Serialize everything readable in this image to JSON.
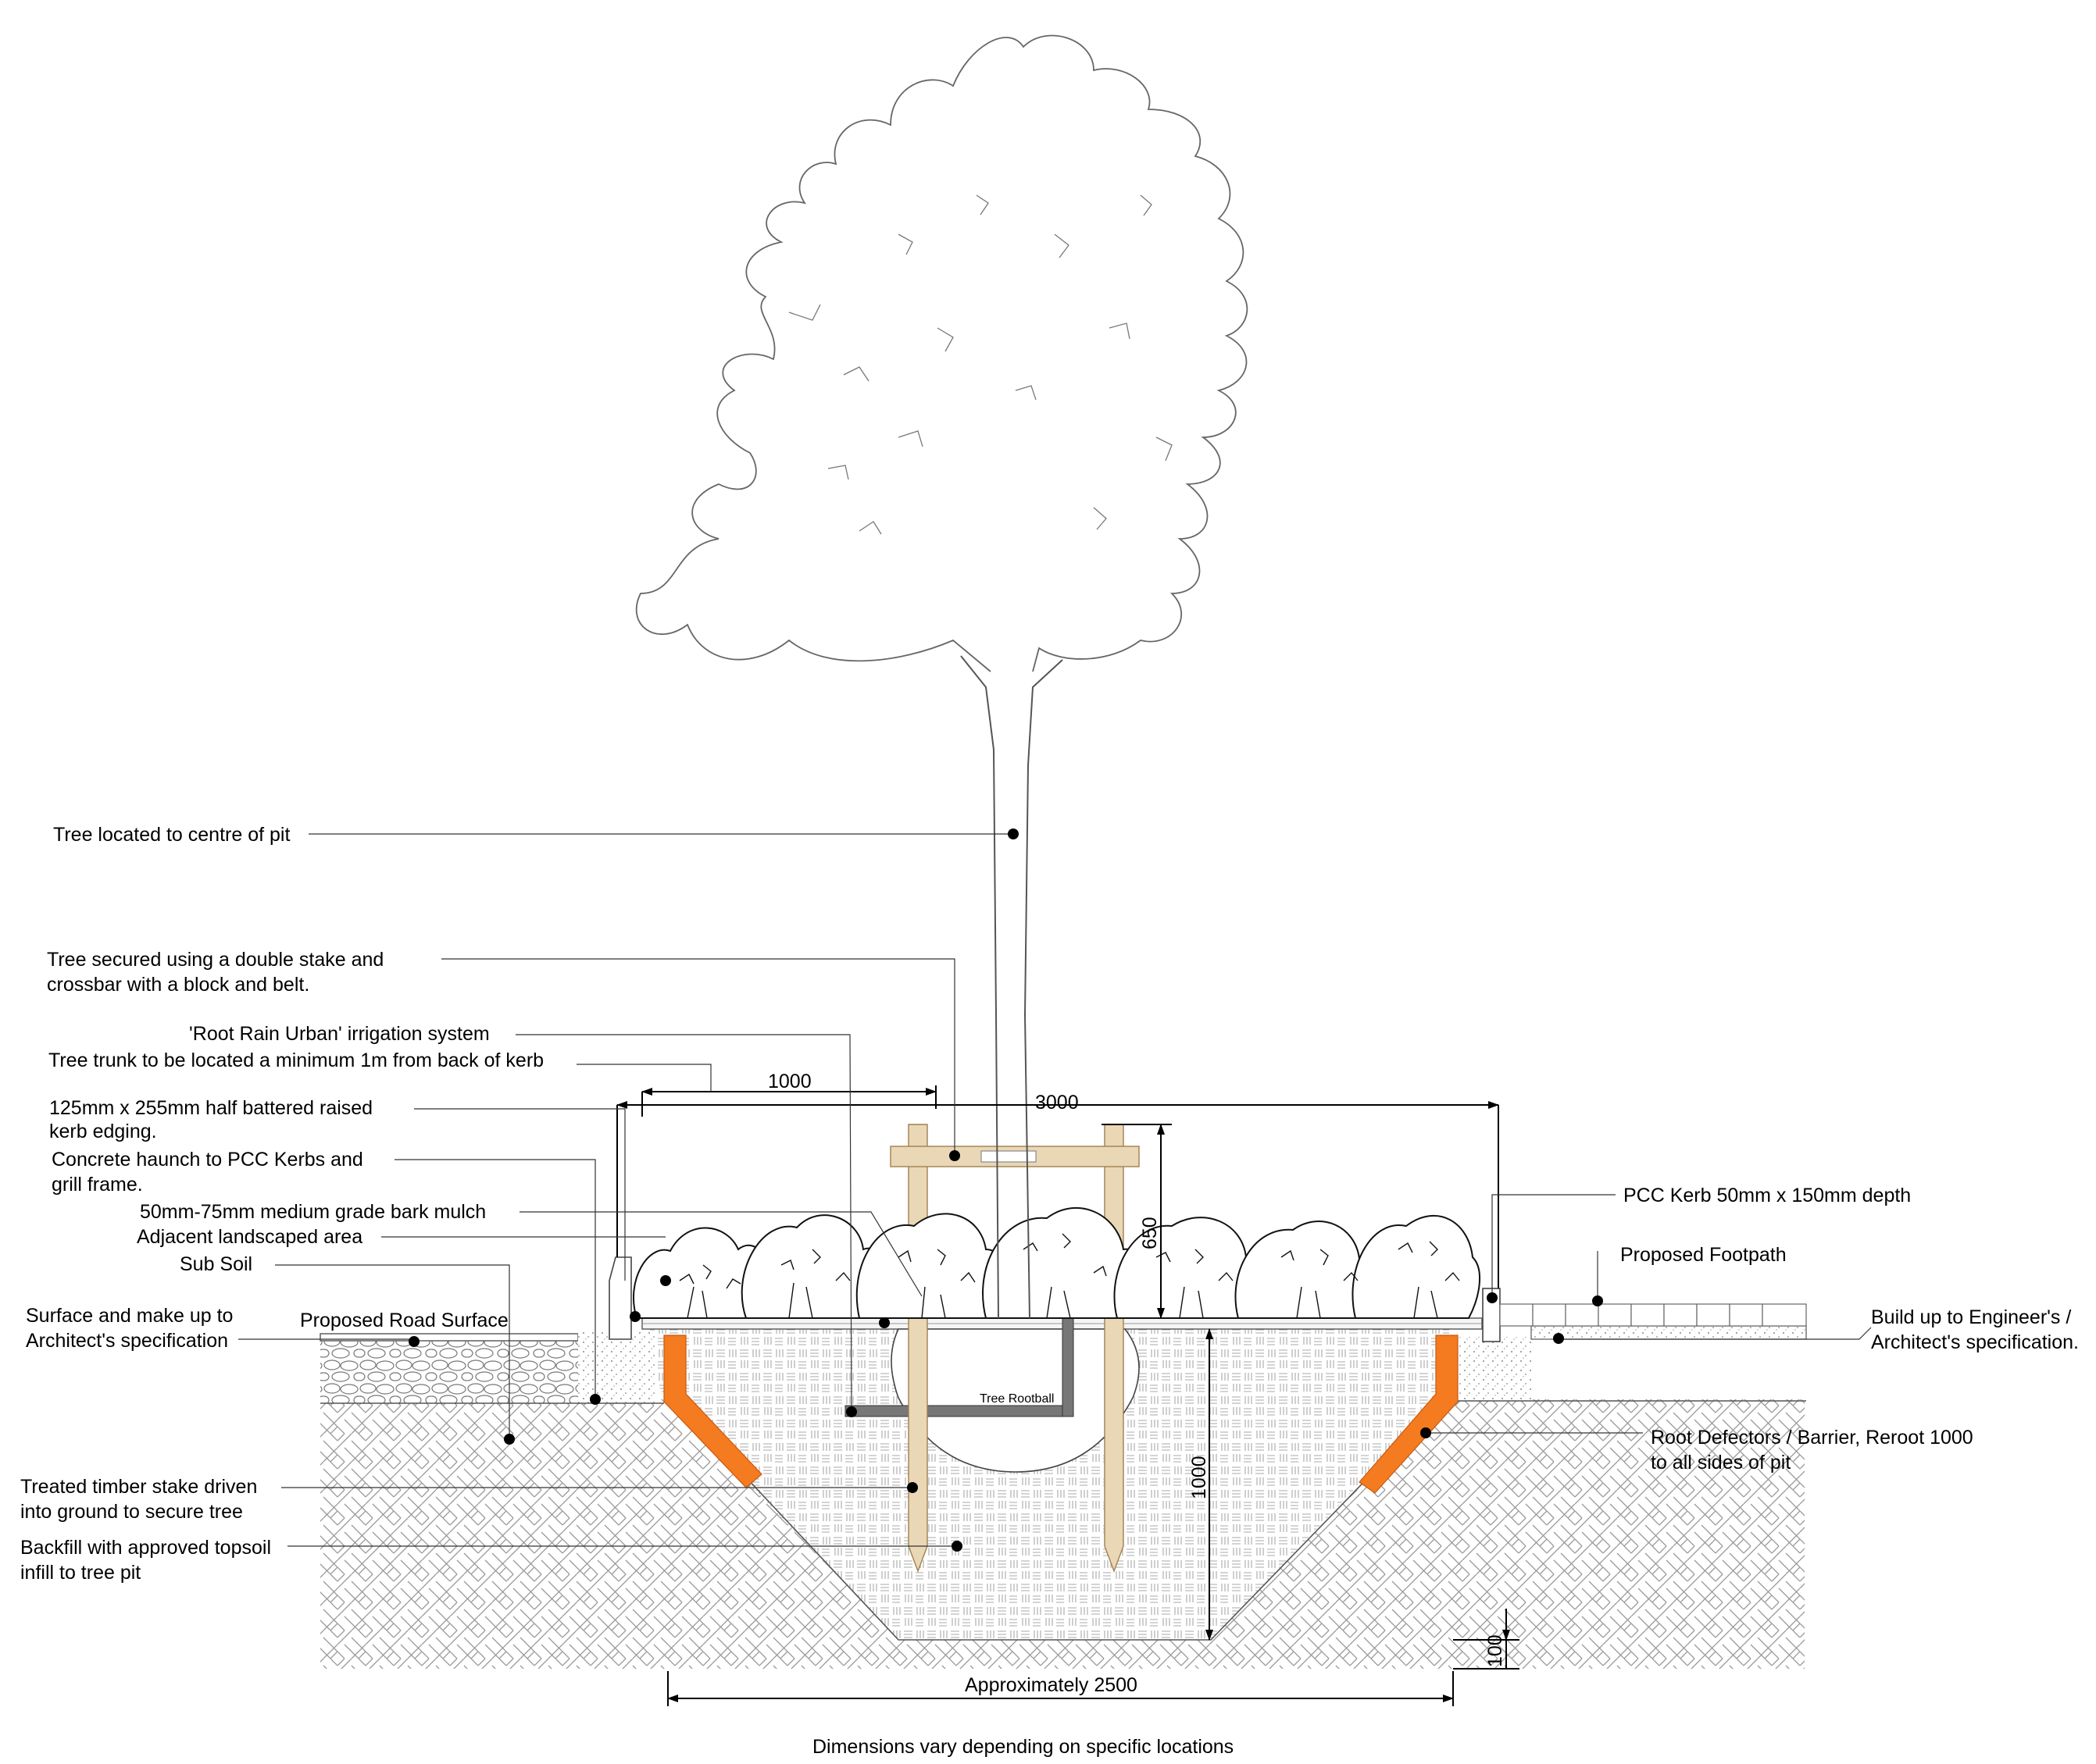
{
  "labels": {
    "tree_centre": "Tree located to centre of pit",
    "stake_l1": "Tree secured using a double stake and",
    "stake_l2": "crossbar with a block and belt.",
    "irrigation": "'Root Rain Urban' irrigation system",
    "trunk_kerb": "Tree trunk to be located a minimum 1m from back of kerb",
    "edging_l1": "125mm x 255mm half battered raised",
    "edging_l2": "kerb edging.",
    "haunch_l1": "Concrete haunch to PCC Kerbs and",
    "haunch_l2": "grill frame.",
    "mulch": "50mm-75mm medium grade bark mulch",
    "landscaped": "Adjacent landscaped area",
    "subsoil": "Sub Soil",
    "surface_l1": "Surface and make up to",
    "surface_l2": "Architect's specification",
    "road": "Proposed Road Surface",
    "timber_l1": "Treated timber stake driven",
    "timber_l2": "into ground to secure tree",
    "backfill_l1": "Backfill with approved topsoil",
    "backfill_l2": "infill to tree pit",
    "pcc_kerb": "PCC Kerb 50mm x 150mm depth",
    "footpath": "Proposed Footpath",
    "buildup_l1": "Build up to Engineer's /",
    "buildup_l2": "Architect's specification.",
    "root_l1": "Root Defectors / Barrier, Reroot 1000",
    "root_l2": "to all sides of pit",
    "rootball": "Tree Rootball",
    "footer": "Dimensions vary depending on specific locations"
  },
  "dimensions": {
    "d1000_top": "1000",
    "d3000": "3000",
    "d650": "650",
    "d1000_depth": "1000",
    "d100": "100",
    "d2500": "Approximately 2500"
  },
  "colors": {
    "root_barrier": "#f47b20",
    "timber": "#ead7b6",
    "timber_stroke": "#a08050"
  }
}
